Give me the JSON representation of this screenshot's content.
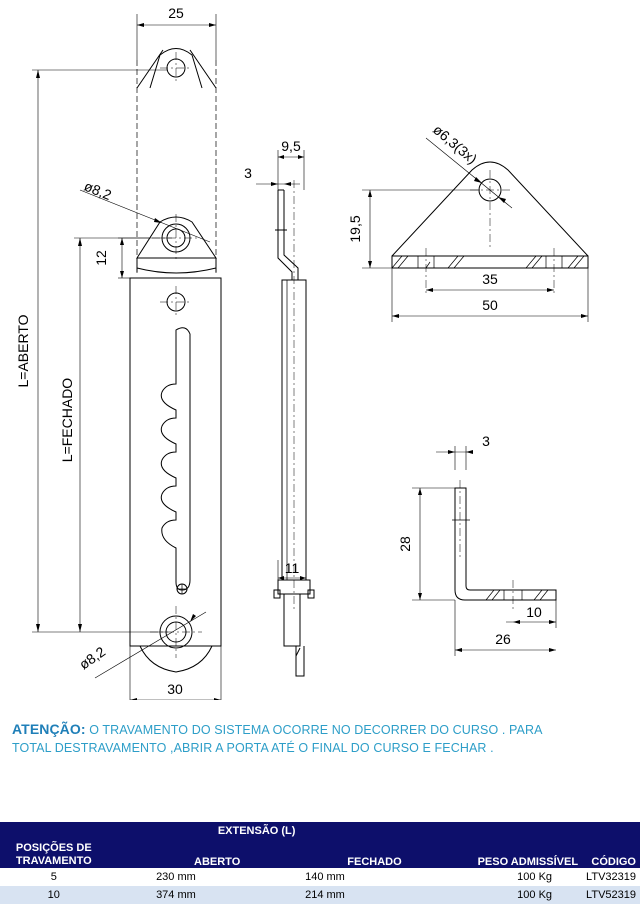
{
  "drawing": {
    "dims": {
      "top_width": "25",
      "pin_dia_upper": "ø8,2",
      "offset_12": "12",
      "aberto": "L=ABERTO",
      "fechado": "L=FECHADO",
      "pin_dia_lower": "ø8,2",
      "bottom_width": "30",
      "side_top": "9,5",
      "side_3": "3",
      "side_11": "11",
      "bracket_hole": "ø6,3(3x)",
      "bracket_height": "19,5",
      "bracket_35": "35",
      "bracket_50": "50",
      "angle_3": "3",
      "angle_28": "28",
      "angle_10": "10",
      "angle_26": "26"
    }
  },
  "notice": {
    "label": "ATENÇÃO:",
    "line1": "O TRAVAMENTO DO SISTEMA OCORRE NO DECORRER   DO CURSO .  PARA",
    "line2": "TOTAL DESTRAVAMENTO ,ABRIR A PORTA ATÉ O FINAL DO CURSO E FECHAR ."
  },
  "table": {
    "group_header": "EXTENSÃO (L)",
    "col_positions": "POSIÇÕES DE TRAVAMENTO",
    "col_positions_l1": "POSIÇÕES DE",
    "col_positions_l2": "TRAVAMENTO",
    "col_open": "ABERTO",
    "col_closed": "FECHADO",
    "col_load": "PESO ADMISSÍVEL",
    "col_code": "CÓDIGO",
    "rows": [
      {
        "positions": "5",
        "open": "230 mm",
        "closed": "140 mm",
        "load": "100 Kg",
        "code": "LTV32319"
      },
      {
        "positions": "10",
        "open": "374 mm",
        "closed": "214 mm",
        "load": "100 Kg",
        "code": "LTV52319"
      }
    ]
  }
}
